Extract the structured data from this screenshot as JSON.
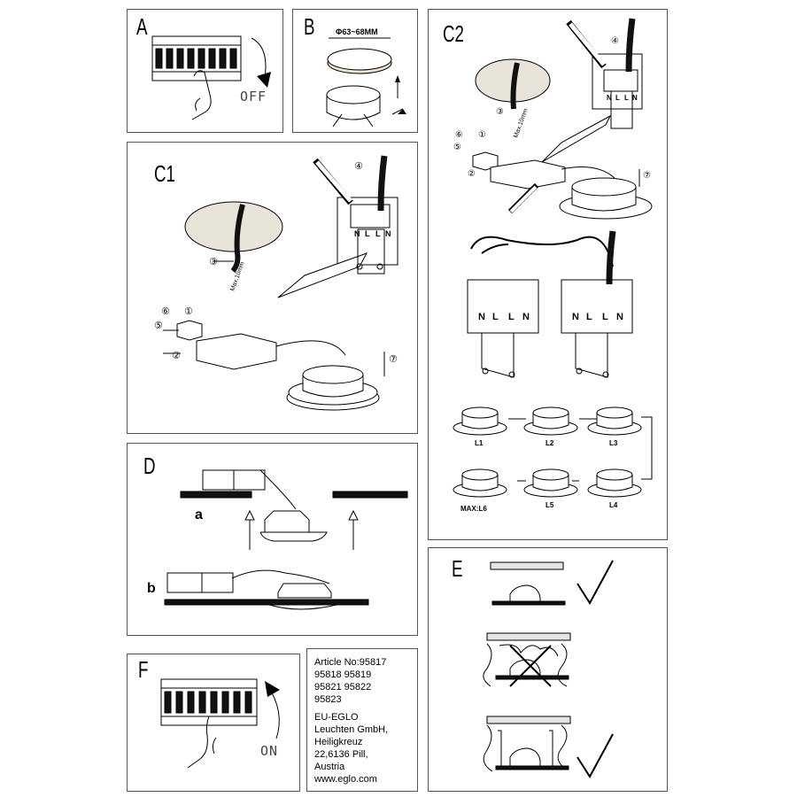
{
  "panels": {
    "a": {
      "letter": "A",
      "switch_label": "OFF"
    },
    "b": {
      "letter": "B",
      "diameter": "Φ63~68MM"
    },
    "c1": {
      "letter": "C1",
      "terminals": [
        "N",
        "L",
        "L",
        "N"
      ],
      "max_label": "Max.10mm",
      "steps": [
        "③",
        "④",
        "⑤",
        "②",
        "⑥",
        "①",
        "⑦"
      ]
    },
    "c2": {
      "letter": "C2",
      "terminals": [
        "N",
        "L",
        "L",
        "N"
      ],
      "max_label": "Max.10mm",
      "steps": [
        "③",
        "④",
        "⑤",
        "②",
        "⑥",
        "①",
        "⑦"
      ],
      "terminals_left": [
        "N",
        "L",
        "L",
        "N"
      ],
      "terminals_right": [
        "N",
        "L",
        "L",
        "N"
      ],
      "lamps_top": [
        "L1",
        "L2",
        "L3"
      ],
      "lamps_bottom": [
        "MAX:L6",
        "L5",
        "L4"
      ]
    },
    "d": {
      "letter": "D",
      "sub_a": "a",
      "sub_b": "b"
    },
    "e": {
      "letter": "E"
    },
    "f": {
      "letter": "F",
      "switch_label": "ON"
    }
  },
  "article": {
    "lines": [
      "Article No:95817",
      "95818 95819",
      "95821 95822",
      "95823"
    ],
    "company": [
      "EU-EGLO",
      "Leuchten GmbH,",
      "Heiligkreuz",
      "22,6136 Pill,",
      "Austria",
      "www.eglo.com"
    ]
  }
}
